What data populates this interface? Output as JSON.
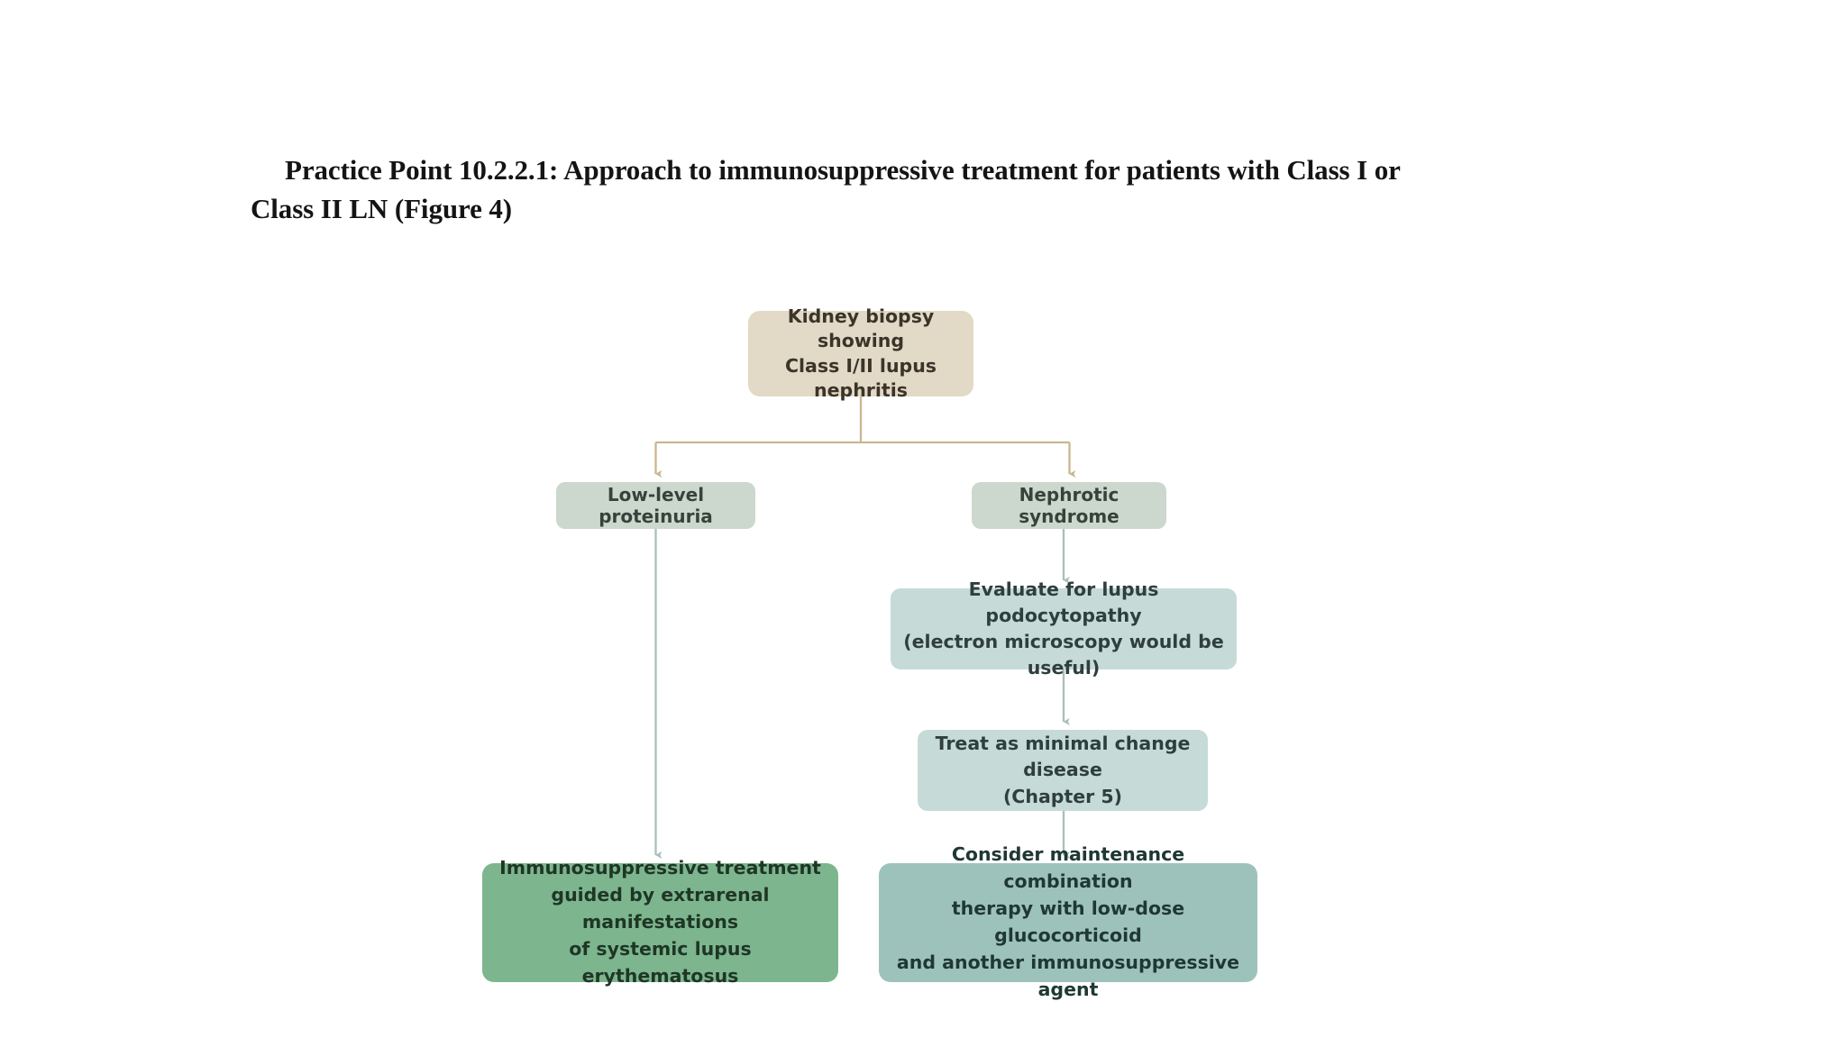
{
  "page": {
    "background_color": "#ffffff"
  },
  "title": {
    "line_1": "Practice Point 10.2.2.1: Approach to immunosuppressive treatment for patients with Class I or",
    "line_2": "Class II LN (Figure 4)"
  },
  "figure": {
    "caption_reference": "Figure 4",
    "type": "flowchart",
    "nodes": [
      {
        "id": "biopsy",
        "label": "Kidney biopsy showing\nClass I/II lupus nephritis",
        "color": "#e2d9c6",
        "text_color": "#3b3429",
        "role": "root"
      },
      {
        "id": "low-level-proteinuria",
        "label": "Low-level proteinuria",
        "color": "#ccd8ce",
        "text_color": "#36433c",
        "role": "branch"
      },
      {
        "id": "nephrotic-syndrome",
        "label": "Nephrotic syndrome",
        "color": "#ccd8ce",
        "text_color": "#36433c",
        "role": "branch"
      },
      {
        "id": "evaluate-podocytopathy",
        "label": "Evaluate for lupus podocytopathy\n(electron microscopy would be useful)",
        "color": "#c6dbd8",
        "text_color": "#2f3f3d",
        "role": "step"
      },
      {
        "id": "treat-minimal-change",
        "label": "Treat as minimal change disease\n(Chapter 5)",
        "color": "#c6dbd8",
        "text_color": "#2f3f3d",
        "role": "step"
      },
      {
        "id": "immunosuppressive-treatment",
        "label": "Immunosuppressive treatment\nguided by extrarenal manifestations\nof systemic lupus erythematosus",
        "color": "#7db68e",
        "text_color": "#1f3626",
        "role": "outcome"
      },
      {
        "id": "consider-maintenance",
        "label": "Consider maintenance combination\ntherapy with low-dose glucocorticoid\nand another immunosuppressive agent",
        "color": "#9dc2bc",
        "text_color": "#1f3833",
        "role": "outcome"
      }
    ],
    "edges": [
      {
        "from": "biopsy",
        "to": "low-level-proteinuria",
        "color": "#c8b78e",
        "arrow": true
      },
      {
        "from": "biopsy",
        "to": "nephrotic-syndrome",
        "color": "#c8b78e",
        "arrow": true
      },
      {
        "from": "low-level-proteinuria",
        "to": "immunosuppressive-treatment",
        "color": "#a8bfba",
        "arrow": true
      },
      {
        "from": "nephrotic-syndrome",
        "to": "evaluate-podocytopathy",
        "color": "#a8bfba",
        "arrow": true
      },
      {
        "from": "evaluate-podocytopathy",
        "to": "treat-minimal-change",
        "color": "#a8bfba",
        "arrow": true
      },
      {
        "from": "treat-minimal-change",
        "to": "consider-maintenance",
        "color": "#a8bfba",
        "arrow": true
      }
    ],
    "connector_colors": {
      "top_branch": "#c8b78e",
      "lower": "#a8bfba"
    }
  }
}
